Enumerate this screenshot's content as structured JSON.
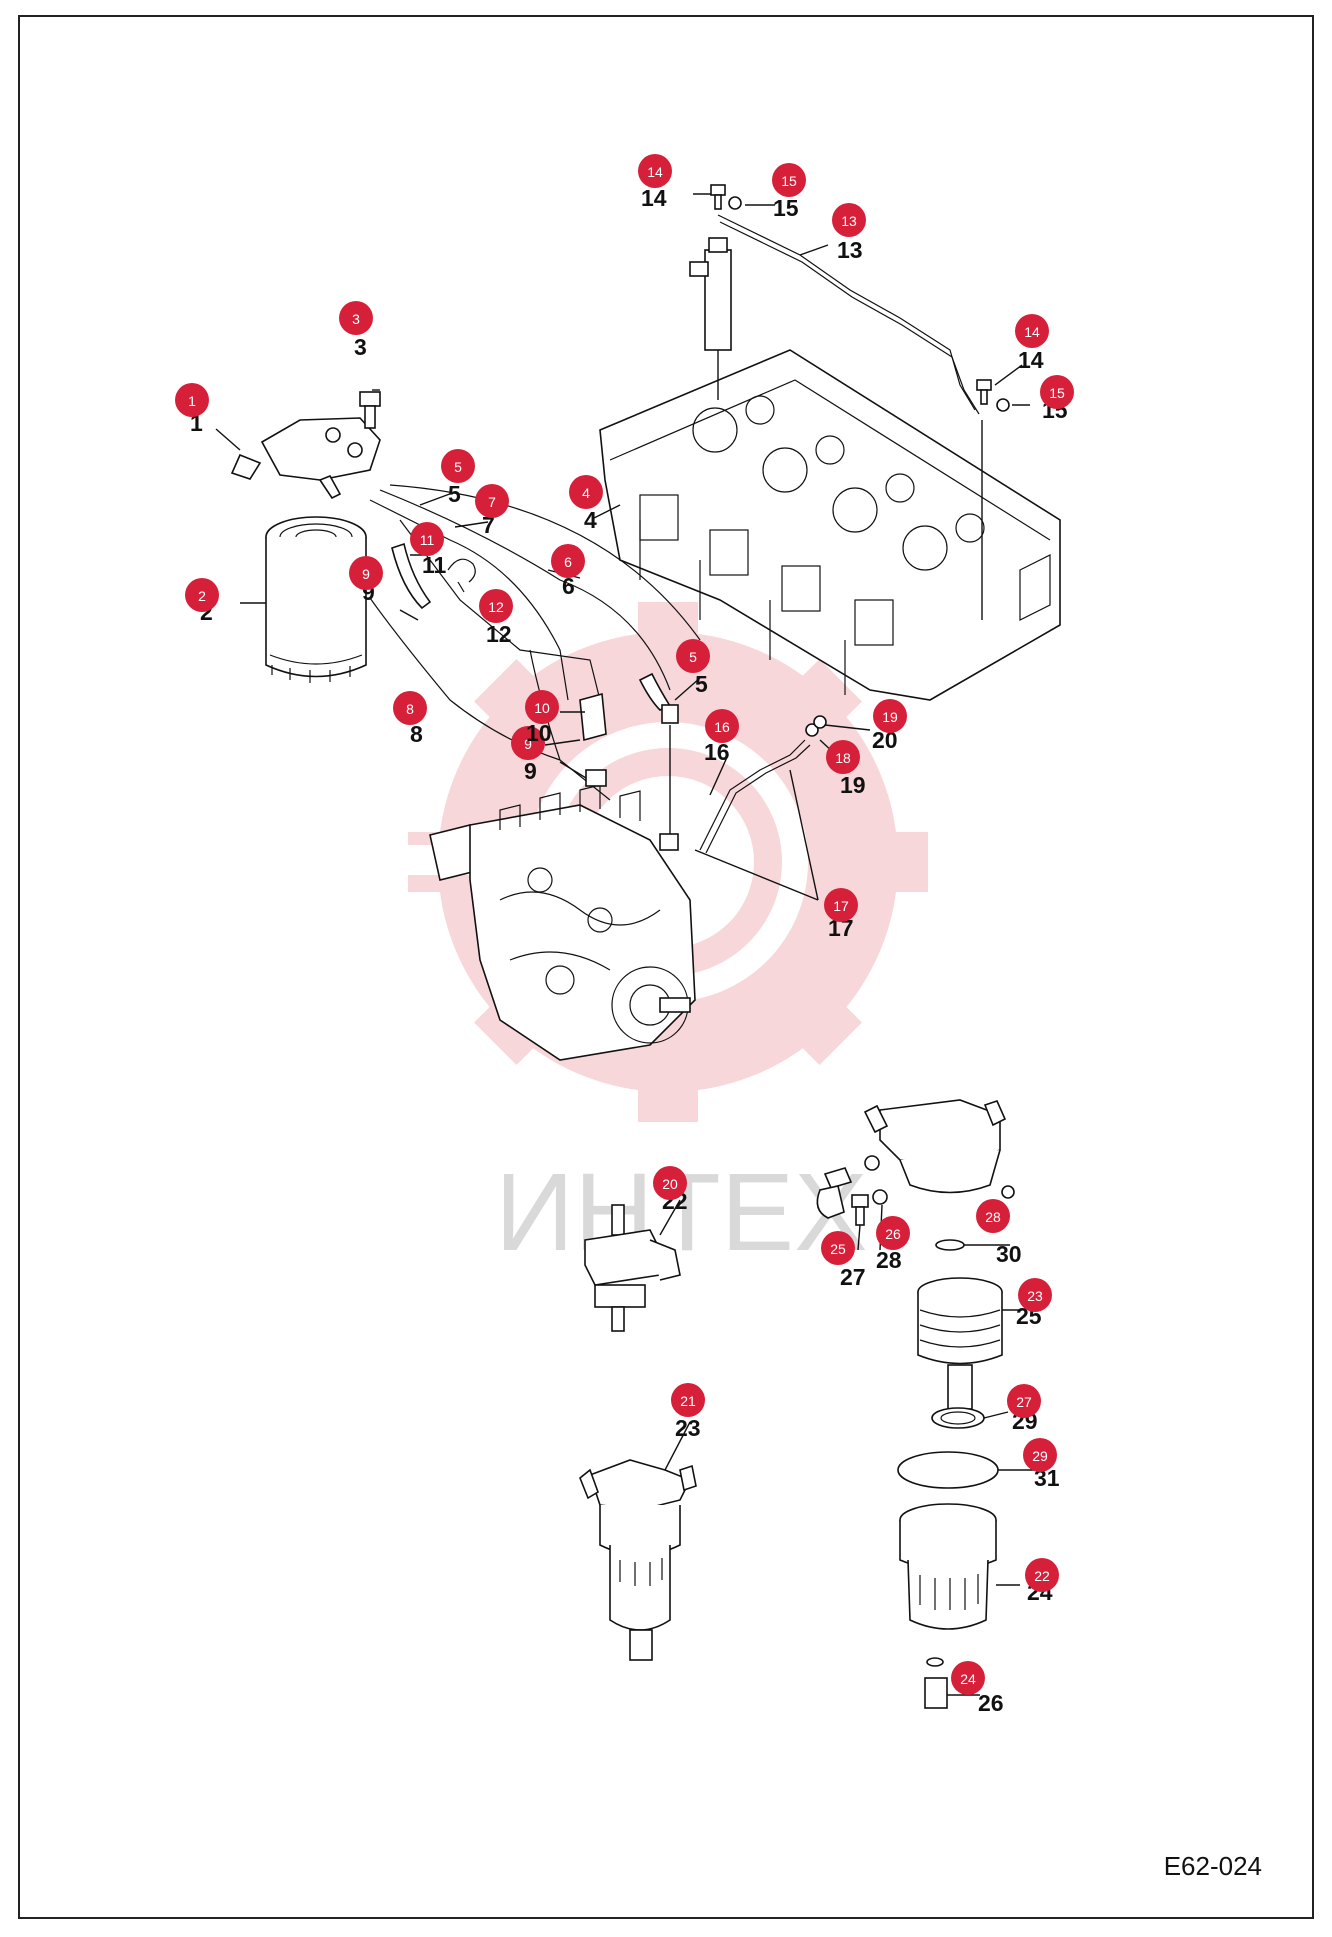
{
  "watermark": {
    "text": "ИНТЕХ",
    "color": "#f2b8bd"
  },
  "diagram_code": "E62-024",
  "badge_color": "#d6203a",
  "callouts": [
    {
      "badge": "1",
      "number": "1"
    },
    {
      "badge": "2",
      "number": "2"
    },
    {
      "badge": "3",
      "number": "3"
    },
    {
      "badge": "4",
      "number": "4"
    },
    {
      "badge": "5",
      "number": "5"
    },
    {
      "badge": "5",
      "number": "5"
    },
    {
      "badge": "6",
      "number": "6"
    },
    {
      "badge": "7",
      "number": "7"
    },
    {
      "badge": "8",
      "number": "8"
    },
    {
      "badge": "9",
      "number": "9"
    },
    {
      "badge": "9",
      "number": "9"
    },
    {
      "badge": "10",
      "number": "10"
    },
    {
      "badge": "11",
      "number": "11"
    },
    {
      "badge": "12",
      "number": "12"
    },
    {
      "badge": "13",
      "number": "13"
    },
    {
      "badge": "14",
      "number": "14"
    },
    {
      "badge": "14",
      "number": "14"
    },
    {
      "badge": "15",
      "number": "15"
    },
    {
      "badge": "15",
      "number": "15"
    },
    {
      "badge": "16",
      "number": "16"
    },
    {
      "badge": "17",
      "number": "17"
    },
    {
      "badge": "18",
      "number": "19"
    },
    {
      "badge": "19",
      "number": "20"
    },
    {
      "badge": "20",
      "number": "22"
    },
    {
      "badge": "21",
      "number": "23"
    },
    {
      "badge": "22",
      "number": "24"
    },
    {
      "badge": "23",
      "number": "25"
    },
    {
      "badge": "24",
      "number": "26"
    },
    {
      "badge": "25",
      "number": "27"
    },
    {
      "badge": "26",
      "number": "28"
    },
    {
      "badge": "27",
      "number": "29"
    },
    {
      "badge": "28",
      "number": "30"
    },
    {
      "badge": "29",
      "number": "31"
    }
  ]
}
